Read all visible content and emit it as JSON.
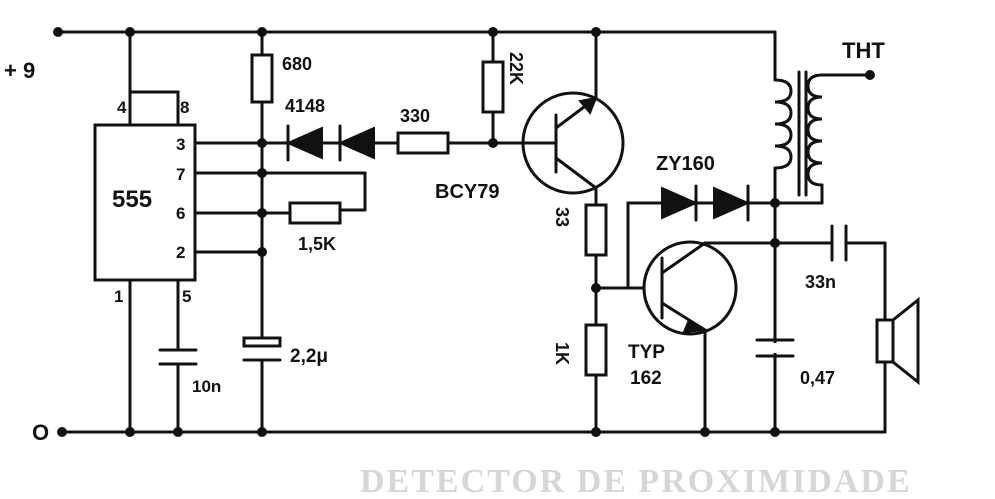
{
  "supply": {
    "positive": "+ 9",
    "ground": "O"
  },
  "ic": {
    "name": "555",
    "pins": {
      "p4": "4",
      "p8": "8",
      "p3": "3",
      "p7": "7",
      "p6": "6",
      "p2": "2",
      "p1": "1",
      "p5": "5"
    }
  },
  "components": {
    "r_680": "680",
    "r_22k": "22K",
    "r_330": "330",
    "r_1_5k": "1,5K",
    "r_33": "33",
    "r_1k": "1K",
    "d_4148": "4148",
    "d_zy160": "ZY160",
    "q1": "BCY79",
    "q2_line1": "TYP",
    "q2_line2": "162",
    "c_2_2u": "2,2μ",
    "c_10n": "10n",
    "c_33n": "33n",
    "c_0_47": "0,47",
    "transformer": "THT"
  },
  "footer_caption": "DETECTOR DE PROXIMIDADE"
}
